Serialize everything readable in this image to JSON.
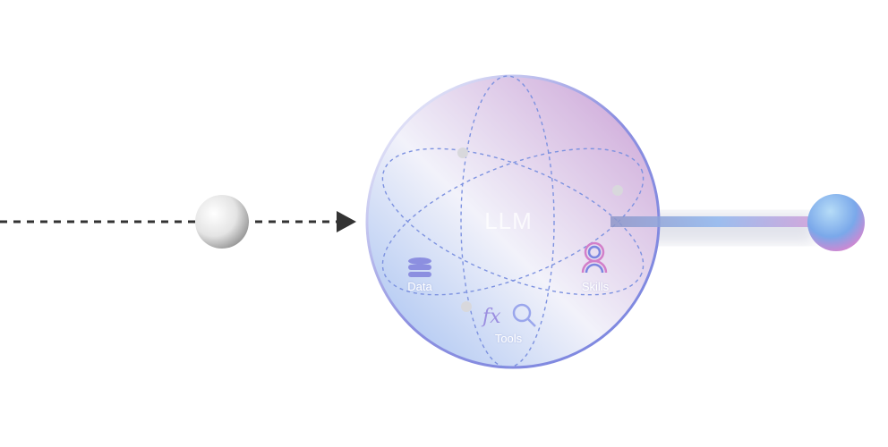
{
  "center_label": "LLM",
  "nodes": [
    {
      "label": "Data",
      "icon": "database-icon"
    },
    {
      "label": "Tools",
      "icon": "function-search-icon"
    },
    {
      "label": "Skills",
      "icon": "person-icon"
    }
  ],
  "colors": {
    "blue": "#7f9de8",
    "purple": "#c48ad0",
    "arrow": "#333333"
  }
}
